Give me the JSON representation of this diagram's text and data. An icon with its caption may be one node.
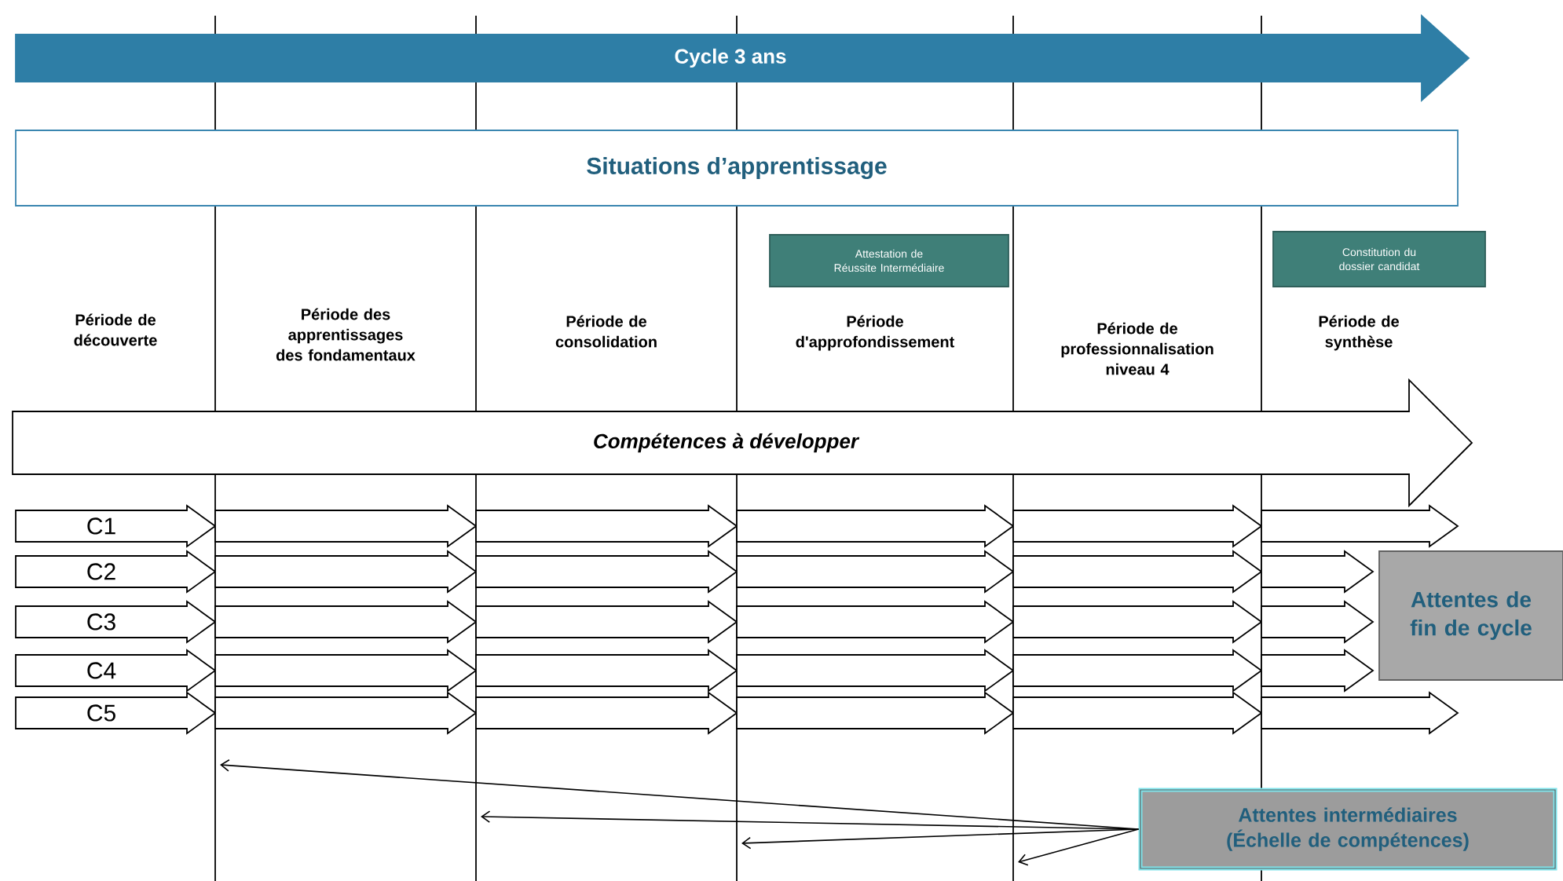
{
  "diagram": {
    "nodes": [
      {
        "text": [
          "Cycle 3 ans"
        ]
      },
      {
        "text": [
          "Situations d’apprentissage"
        ]
      },
      {
        "text": [
          "Attestation de Réussite Intermédiaire"
        ]
      },
      {
        "text": [
          "Constitution du dossier candidat"
        ]
      },
      {
        "text": [
          "Période de découverte"
        ]
      },
      {
        "text": [
          "Période des apprentissages des fondamentaux"
        ]
      },
      {
        "text": [
          "Période de consolidation"
        ]
      },
      {
        "text": [
          "Période d'approfondissement"
        ]
      },
      {
        "text": [
          "Période de professionnalisation niveau 4"
        ]
      },
      {
        "text": [
          "Période de synthèse"
        ]
      },
      {
        "text": [
          "Compétences à développer"
        ]
      },
      {
        "text": [
          "C1"
        ]
      },
      {
        "text": [],
        "shape": "arrow"
      },
      {
        "text": [],
        "shape": "arrow"
      },
      {
        "text": [],
        "shape": "arrow"
      },
      {
        "text": [],
        "shape": "arrow"
      },
      {
        "text": [],
        "shape": "arrow"
      },
      {
        "text": [
          "C2"
        ]
      },
      {
        "text": [],
        "shape": "arrow"
      },
      {
        "text": [],
        "shape": "arrow"
      },
      {
        "text": [],
        "shape": "arrow"
      },
      {
        "text": [],
        "shape": "arrow"
      },
      {
        "text": [],
        "shape": "arrow"
      },
      {
        "text": [
          "C3"
        ]
      },
      {
        "text": [],
        "shape": "arrow"
      },
      {
        "text": [],
        "shape": "arrow"
      },
      {
        "text": [],
        "shape": "arrow"
      },
      {
        "text": [],
        "shape": "arrow"
      },
      {
        "text": [],
        "shape": "arrow"
      },
      {
        "text": [
          "C4"
        ]
      },
      {
        "text": [],
        "shape": "arrow"
      },
      {
        "text": [],
        "shape": "arrow"
      },
      {
        "text": [],
        "shape": "arrow"
      },
      {
        "text": [],
        "shape": "arrow"
      },
      {
        "text": [],
        "shape": "arrow"
      },
      {
        "text": [
          "C5"
        ]
      },
      {
        "text": [],
        "shape": "arrow"
      },
      {
        "text": [],
        "shape": "arrow"
      },
      {
        "text": [],
        "shape": "arrow"
      },
      {
        "text": [],
        "shape": "arrow"
      },
      {
        "text": [],
        "shape": "arrow"
      },
      {
        "text": [
          "Attentes de fin de cycle"
        ]
      },
      {
        "text": [
          "Attentes intermédiaires (Échelle de compétences)"
        ]
      }
    ],
    "edges": [
      {
        "from": 42,
        "to": null,
        "arrow": "to"
      },
      {
        "from": 42,
        "to": null,
        "arrow": "to"
      },
      {
        "from": 42,
        "to": null,
        "arrow": "to"
      },
      {
        "from": 42,
        "to": null,
        "arrow": "to"
      }
    ]
  }
}
